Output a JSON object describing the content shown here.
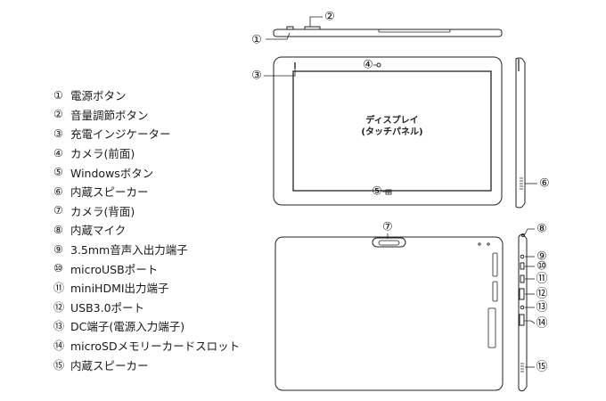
{
  "legend": [
    {
      "num": "①",
      "label": "電源ボタン"
    },
    {
      "num": "②",
      "label": "音量調節ボタン"
    },
    {
      "num": "③",
      "label": "充電インジケーター"
    },
    {
      "num": "④",
      "label": "カメラ(前面)"
    },
    {
      "num": "⑤",
      "label": "Windowsボタン"
    },
    {
      "num": "⑥",
      "label": "内蔵スピーカー"
    },
    {
      "num": "⑦",
      "label": "カメラ(背面)"
    },
    {
      "num": "⑧",
      "label": "内蔵マイク"
    },
    {
      "num": "⑨",
      "label": "3.5mm音声入出力端子"
    },
    {
      "num": "⑩",
      "label": "microUSBポート"
    },
    {
      "num": "⑪",
      "label": "miniHDMI出力端子"
    },
    {
      "num": "⑫",
      "label": "USB3.0ポート"
    },
    {
      "num": "⑬",
      "label": "DC端子(電源入力端子)"
    },
    {
      "num": "⑭",
      "label": "microSDメモリーカードスロット"
    },
    {
      "num": "⑮",
      "label": "内蔵スピーカー"
    }
  ],
  "display_label": {
    "line1": "ディスプレイ",
    "line2": "(タッチパネル)"
  },
  "callouts": [
    "①",
    "②",
    "③",
    "④",
    "⑤",
    "⑥",
    "⑦",
    "⑧",
    "⑨",
    "⑩",
    "⑪",
    "⑫",
    "⑬",
    "⑭",
    "⑮"
  ]
}
